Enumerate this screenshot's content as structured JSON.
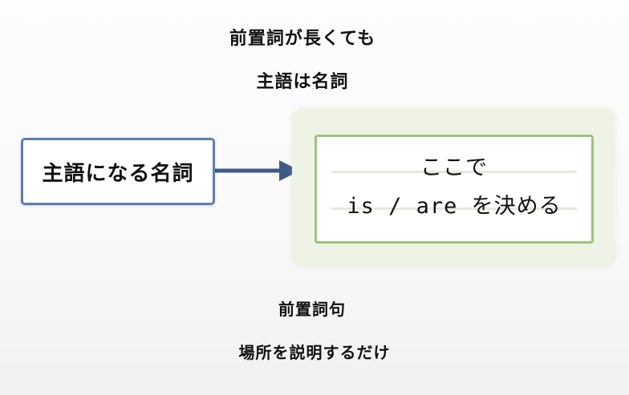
{
  "header": {
    "line1": "前置詞が長くても",
    "line2": "主語は名詞"
  },
  "diagram": {
    "subject_label": "主語になる名詞",
    "verb_lines": [
      "ここで",
      "is / are を決める"
    ]
  },
  "footer": {
    "line1": "前置詞句",
    "line2": "場所を説明するだけ"
  },
  "colors": {
    "subject_border": "#5c7fae",
    "arrow": "#3f5a87",
    "verb_border": "#9dc47a",
    "panel_bg": "#eef3e6"
  }
}
